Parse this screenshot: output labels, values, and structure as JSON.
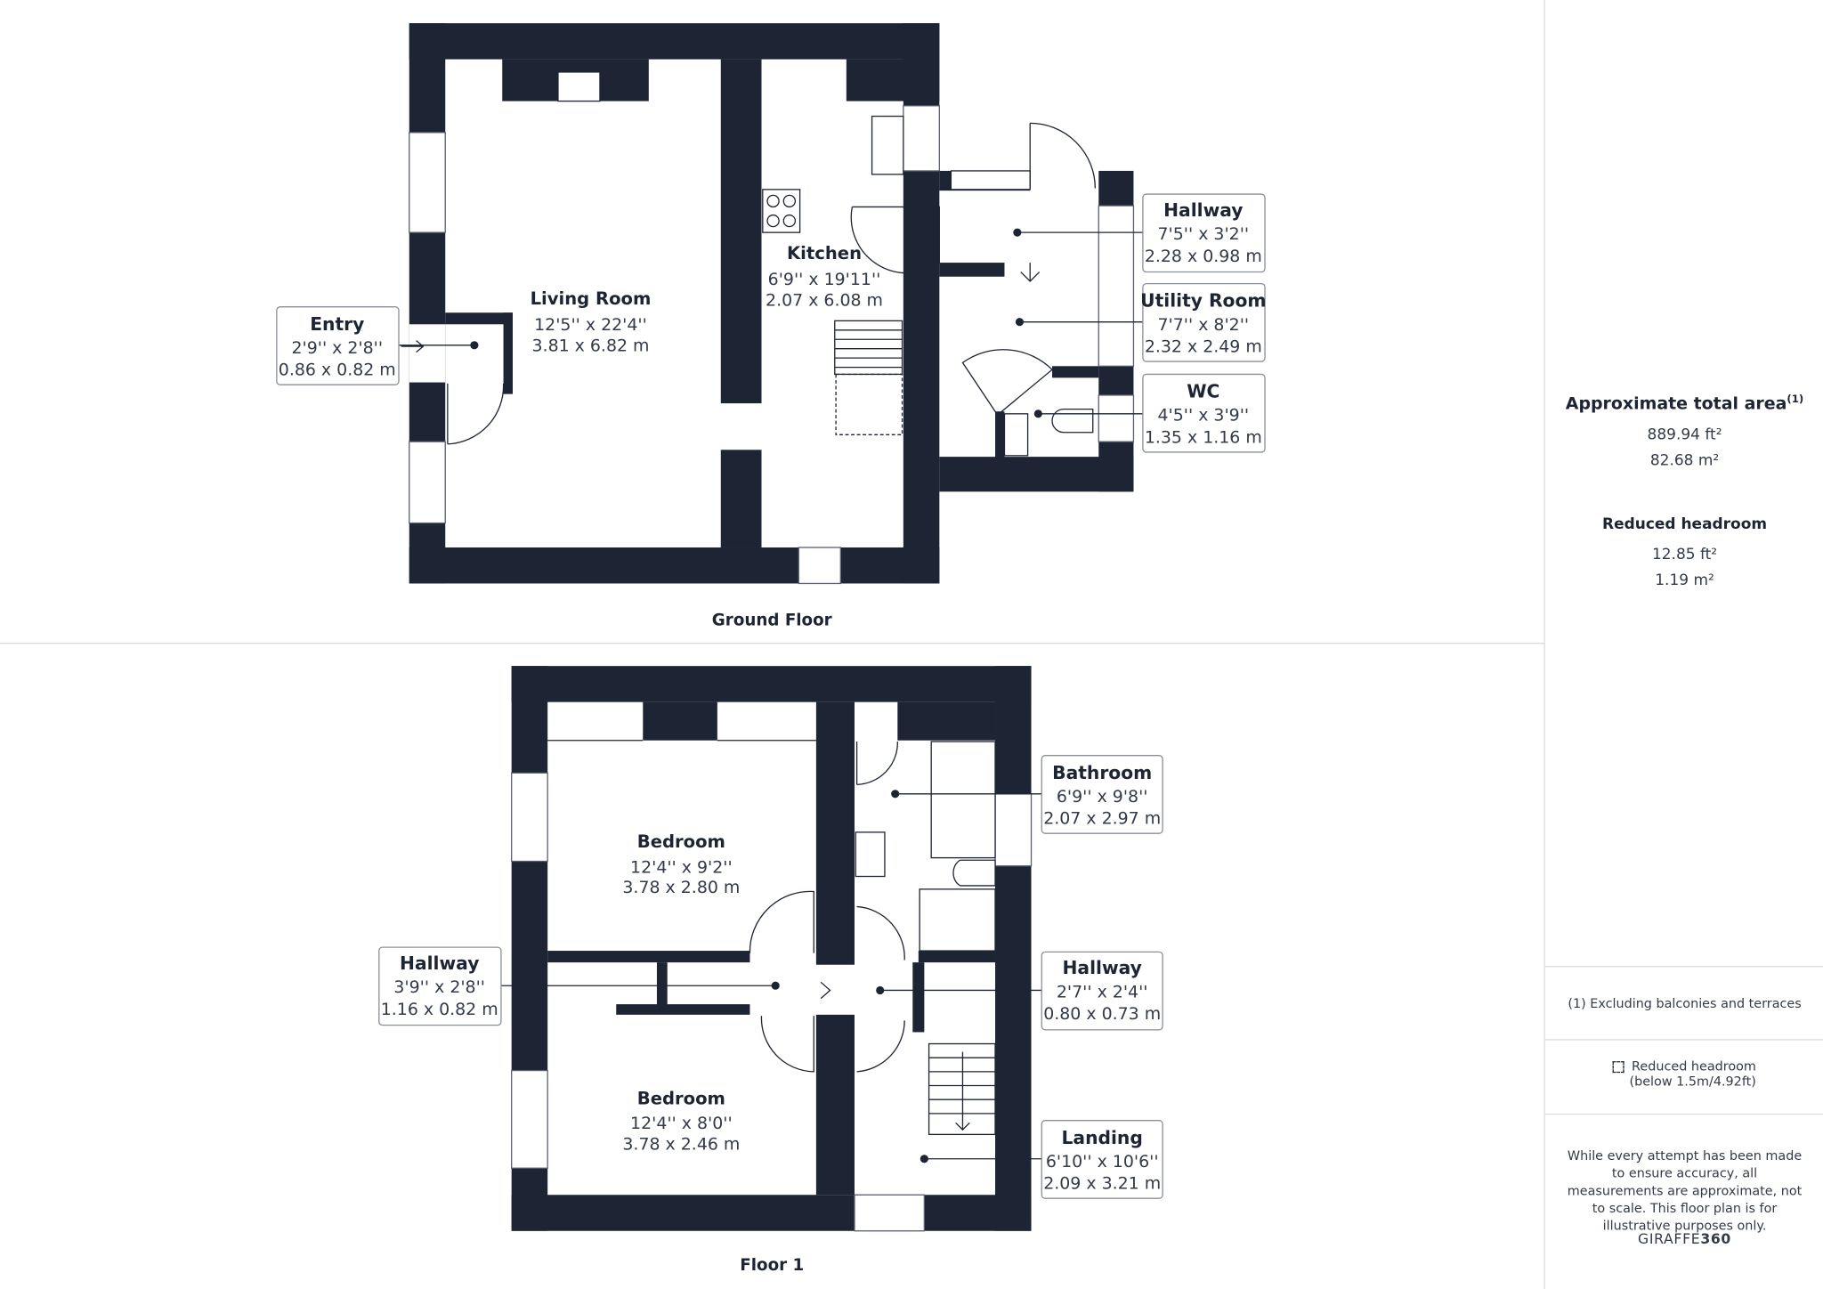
{
  "floors": {
    "ground": {
      "caption": "Ground Floor",
      "rooms": {
        "living_room": {
          "name": "Living Room",
          "imperial": "12'5'' x 22'4''",
          "metric": "3.81 x 6.82 m"
        },
        "kitchen": {
          "name": "Kitchen",
          "imperial": "6'9'' x 19'11''",
          "metric": "2.07 x 6.08 m"
        }
      },
      "callouts": {
        "entry": {
          "name": "Entry",
          "imperial": "2'9'' x 2'8''",
          "metric": "0.86 x 0.82 m"
        },
        "hallway": {
          "name": "Hallway",
          "imperial": "7'5'' x 3'2''",
          "metric": "2.28 x 0.98 m"
        },
        "utility_room": {
          "name": "Utility Room",
          "imperial": "7'7'' x 8'2''",
          "metric": "2.32 x 2.49 m"
        },
        "wc": {
          "name": "WC",
          "imperial": "4'5'' x 3'9''",
          "metric": "1.35 x 1.16 m"
        }
      }
    },
    "first": {
      "caption": "Floor 1",
      "rooms": {
        "bedroom_top": {
          "name": "Bedroom",
          "imperial": "12'4'' x 9'2''",
          "metric": "3.78 x 2.80 m"
        },
        "bedroom_bottom": {
          "name": "Bedroom",
          "imperial": "12'4'' x 8'0''",
          "metric": "3.78 x 2.46 m"
        }
      },
      "callouts": {
        "bathroom": {
          "name": "Bathroom",
          "imperial": "6'9'' x 9'8''",
          "metric": "2.07 x 2.97 m"
        },
        "hallway_left": {
          "name": "Hallway",
          "imperial": "3'9'' x 2'8''",
          "metric": "1.16 x 0.82 m"
        },
        "hallway_right": {
          "name": "Hallway",
          "imperial": "2'7'' x 2'4''",
          "metric": "0.80 x 0.73 m"
        },
        "landing": {
          "name": "Landing",
          "imperial": "6'10'' x 10'6''",
          "metric": "2.09 x 3.21 m"
        }
      }
    }
  },
  "summary": {
    "total_area_title": "Approximate total area",
    "total_area_footnote_mark": "(1)",
    "total_area_ft": "889.94 ft²",
    "total_area_m": "82.68 m²",
    "reduced_headroom_title": "Reduced headroom",
    "reduced_headroom_ft": "12.85 ft²",
    "reduced_headroom_m": "1.19 m²",
    "footnote": "(1) Excluding balconies and terraces",
    "legend_line1": "Reduced headroom",
    "legend_line2": "(below 1.5m/4.92ft)",
    "disclaimer": "While every attempt has been made to ensure accuracy, all measurements are approximate, not to scale. This floor plan is for illustrative purposes only.",
    "brand_prefix": "GIRAFFE",
    "brand_suffix": "360"
  },
  "colors": {
    "wall": "#1d2433",
    "text": "#1d2433",
    "border": "#8a8f99"
  }
}
